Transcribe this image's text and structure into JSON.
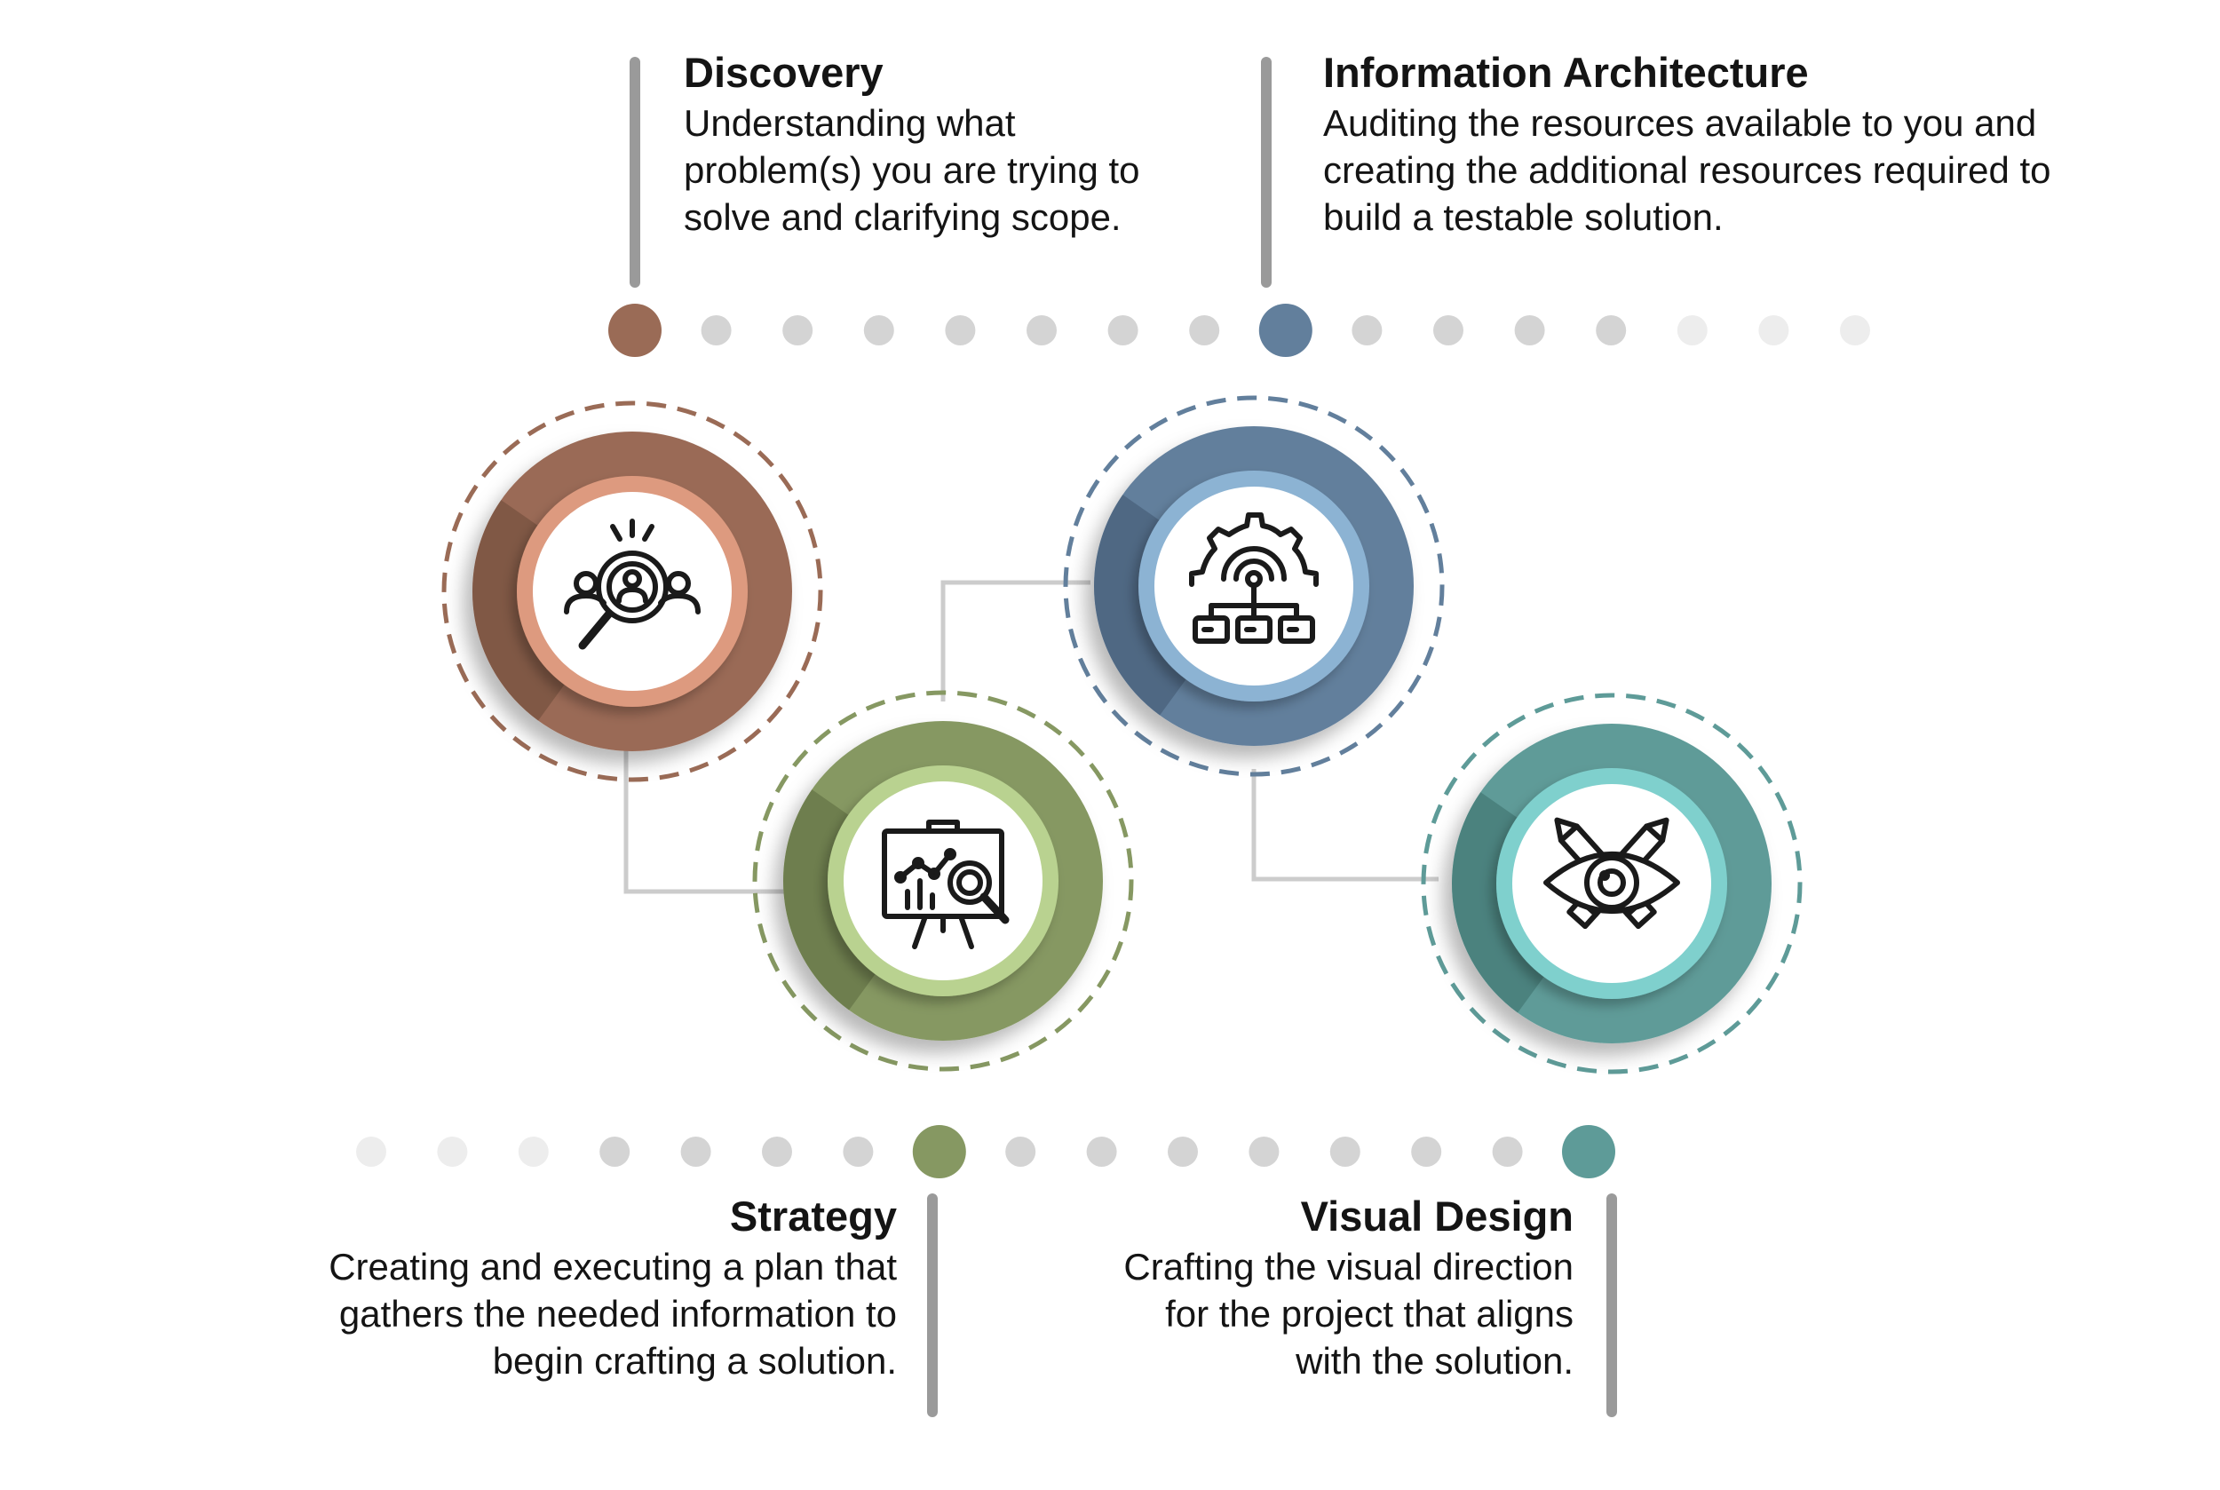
{
  "steps": [
    {
      "id": "discovery",
      "title": "Discovery",
      "lines": [
        "Understanding what",
        "problem(s) you are trying to",
        "solve and clarifying scope."
      ],
      "icon": "person-search-icon",
      "colors": {
        "outer": "#9a6b56",
        "shade": "#6c4838",
        "ring": "#dd9a7f",
        "dash": "#9a6b56"
      }
    },
    {
      "id": "information-architecture",
      "title": "Information Architecture",
      "lines": [
        "Auditing the resources available to you and",
        "creating the additional resources required to",
        "build a testable solution."
      ],
      "icon": "gear-sitemap-icon",
      "colors": {
        "outer": "#627f9c",
        "shade": "#3f5670",
        "ring": "#8cb3d3",
        "dash": "#627f9c"
      }
    },
    {
      "id": "strategy",
      "title": "Strategy",
      "lines": [
        "Creating and executing a plan that",
        "gathers the needed information to",
        "begin crafting a solution."
      ],
      "icon": "presentation-analytics-icon",
      "colors": {
        "outer": "#869862",
        "shade": "#5b6a3e",
        "ring": "#b9d290",
        "dash": "#869862"
      }
    },
    {
      "id": "visual-design",
      "title": "Visual Design",
      "lines": [
        "Crafting the visual direction",
        "for the project that aligns",
        "with the solution."
      ],
      "icon": "eye-pencils-icon",
      "colors": {
        "outer": "#5e9b98",
        "shade": "#3b6d6a",
        "ring": "#7fd0cd",
        "dash": "#5e9b98"
      }
    }
  ],
  "palette": {
    "connector": "#cccccc",
    "stem": "#9a9a9a",
    "dot": "#d4d4d4",
    "dot_faint": "#ededed",
    "icon_stroke": "#1a1a1a"
  }
}
